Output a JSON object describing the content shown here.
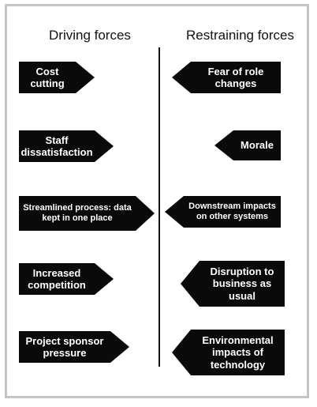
{
  "diagram": {
    "driving_title": "Driving forces",
    "restraining_title": "Restraining forces",
    "driving": [
      {
        "label": "Cost\ncutting"
      },
      {
        "label": "Staff\ndissatisfaction"
      },
      {
        "label": "Streamlined process: data\nkept in one place"
      },
      {
        "label": "Increased\ncompetition"
      },
      {
        "label": "Project sponsor\npressure"
      }
    ],
    "restraining": [
      {
        "label": "Fear of role\nchanges"
      },
      {
        "label": "Morale"
      },
      {
        "label": "Downstream impacts\non other systems"
      },
      {
        "label": "Disruption to\nbusiness as\nusual"
      },
      {
        "label": "Environmental\nimpacts of\ntechnology"
      }
    ],
    "colors": {
      "arrow_fill": "#0a0a0a",
      "arrow_text": "#ffffff",
      "frame_border": "#c4c4c4"
    }
  }
}
